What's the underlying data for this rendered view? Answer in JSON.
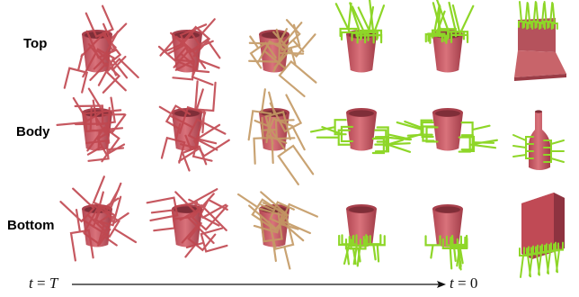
{
  "rows": [
    {
      "id": "top",
      "label": "Top"
    },
    {
      "id": "body",
      "label": "Body"
    },
    {
      "id": "bottom",
      "label": "Bottom"
    }
  ],
  "axis": {
    "start_var": "t",
    "start_eq": "=",
    "start_val": "T",
    "end_var": "t",
    "end_eq": "=",
    "end_val": "0"
  },
  "colors": {
    "cup_fill": "#c85a64",
    "cup_rim": "#a8404c",
    "grasp_noisy": "#c0474f",
    "grasp_mid": "#c49a64",
    "grasp_clean": "#8ed628",
    "laptop": "#c8646a",
    "bottle": "#c85a64",
    "box": "#c04a55"
  },
  "diffusion_stages": [
    "noisy",
    "noisy",
    "mid",
    "clean",
    "clean"
  ],
  "object_icons": [
    "laptop-icon",
    "bottle-icon",
    "box-icon"
  ]
}
